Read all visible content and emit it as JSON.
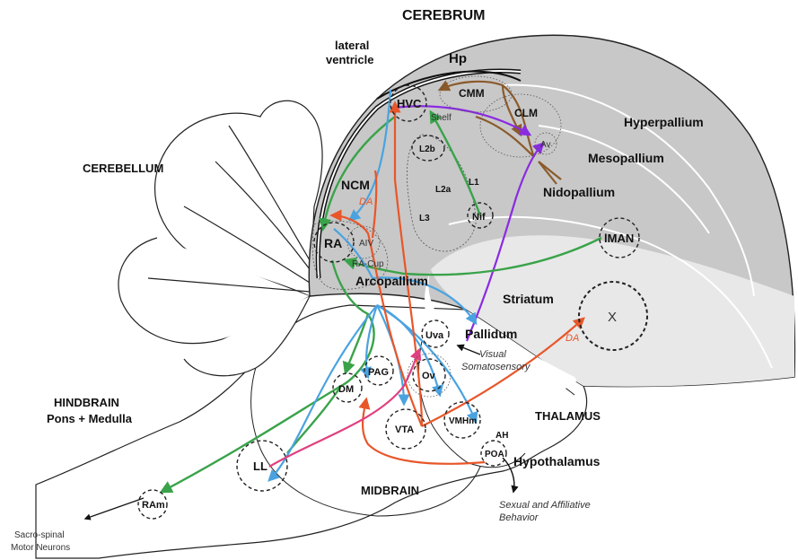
{
  "colors": {
    "green": "#3aa34a",
    "blue": "#4aa3e0",
    "orange": "#e8562a",
    "brown": "#8b5a2b",
    "purple": "#8a2be2",
    "pink": "#e0407f",
    "brain_grey": "#c8c8c8",
    "striatum_grey": "#e6e6e6"
  },
  "regions": {
    "cerebrum": "CEREBRUM",
    "cerebellum": "CEREBELLUM",
    "hindbrain_1": "HINDBRAIN",
    "hindbrain_2": "Pons + Medulla",
    "thalamus": "THALAMUS",
    "hypothalamus": "Hypothalamus",
    "midbrain": "MIDBRAIN",
    "lateral_ventricle_1": "lateral",
    "lateral_ventricle_2": "ventricle",
    "hp": "Hp",
    "hyperpallium": "Hyperpallium",
    "mesopallium": "Mesopallium",
    "nidopallium": "Nidopallium",
    "arcopallium": "Arcopallium",
    "striatum": "Striatum",
    "pallidum": "Pallidum"
  },
  "nuclei": {
    "hvc": "HVC",
    "cmm": "CMM",
    "clm": "CLM",
    "shelf": "Shelf",
    "av": "Av",
    "l2b": "L2b",
    "l2a": "L2a",
    "l1": "L1",
    "l3": "L3",
    "nif": "Nif",
    "ncm": "NCM",
    "ncm_da": "DA",
    "ra": "RA",
    "aiv": "AIV",
    "ra_cup": "RA-Cup",
    "lman": "lMAN",
    "x": "X",
    "x_da": "DA",
    "uva": "Uva",
    "pag": "PAG",
    "dm": "DM",
    "ov": "Ov",
    "vta": "VTA",
    "vmhm": "VMHm",
    "ah": "AH",
    "poa": "POA",
    "ll": "LL",
    "ram": "RAm"
  },
  "annotations": {
    "visual": "Visual",
    "somatosensory": "Somatosensory",
    "sexual_1": "Sexual and Affiliative",
    "sexual_2": "Behavior",
    "sacro_1": "Sacro-spinal",
    "sacro_2": "Motor Neurons"
  }
}
